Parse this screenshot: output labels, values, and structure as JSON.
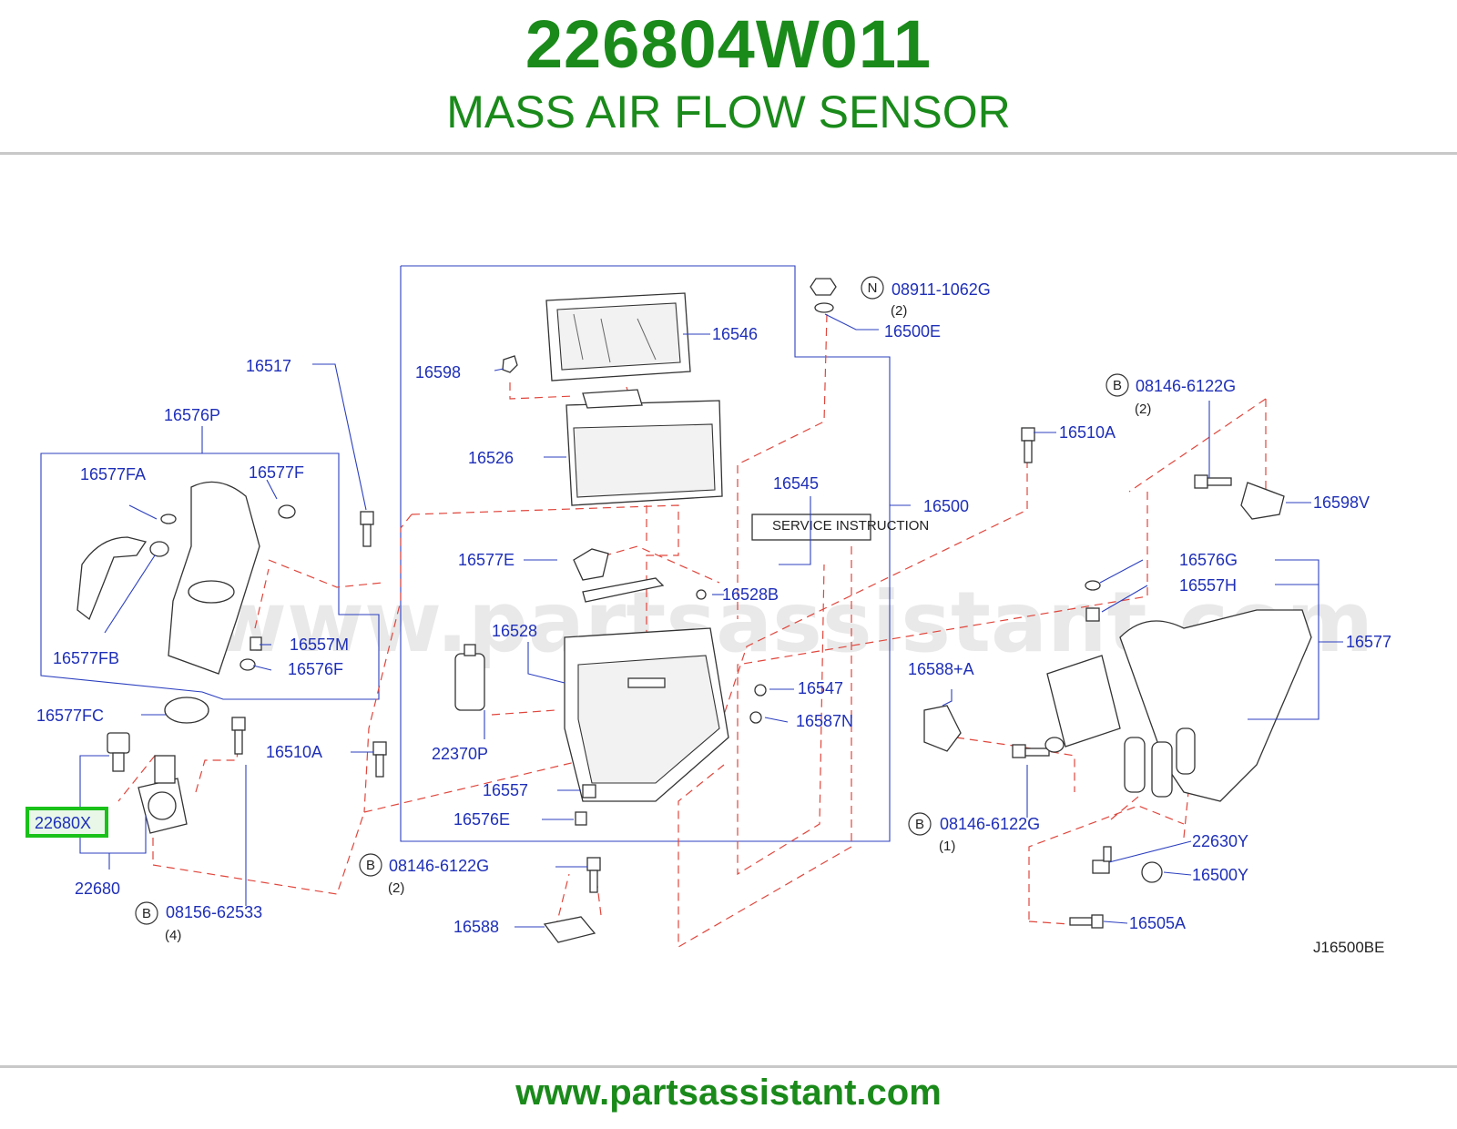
{
  "header": {
    "part_number": "226804W011",
    "part_name": "MASS AIR FLOW SENSOR"
  },
  "watermark": "www.partsassistant.com",
  "footer": {
    "url": "www.partsassistant.com"
  },
  "diagram_code": "J16500BE",
  "colors": {
    "brand_green": "#1a8a1a",
    "label_blue": "#1e2fb8",
    "highlight_green": "#19c119",
    "dash_red": "#e0463c"
  },
  "labels": {
    "l16517": "16517",
    "l16576P": "16576P",
    "l16577FA": "16577FA",
    "l16577F": "16577F",
    "l16577FB": "16577FB",
    "l16557M": "16557M",
    "l16576F": "16576F",
    "l16577FC": "16577FC",
    "l22680X": "22680X",
    "l22680": "22680",
    "l16510A_left": "16510A",
    "l16598": "16598",
    "l16546": "16546",
    "l16526": "16526",
    "l16545": "16545",
    "l16577E": "16577E",
    "l16528B": "16528B",
    "l16528": "16528",
    "l22370P": "22370P",
    "l16547": "16547",
    "l16587N": "16587N",
    "l16557": "16557",
    "l16576E": "16576E",
    "l16588": "16588",
    "l16500": "16500",
    "l08911": "08911-1062G",
    "l16500E": "16500E",
    "l08146_top": "08146-6122G",
    "l16510A_right": "16510A",
    "l16598V": "16598V",
    "l16576G": "16576G",
    "l16557H": "16557H",
    "l16577": "16577",
    "l16588A": "16588+A",
    "l08146_mid": "08146-6122G",
    "l08146_center": "08146-6122G",
    "l08156": "08156-62533",
    "l22630Y": "22630Y",
    "l16500Y": "16500Y",
    "l16505A": "16505A"
  },
  "quantities": {
    "q08911": "(2)",
    "q08146_top": "(2)",
    "q08146_mid": "(1)",
    "q08146_center": "(2)",
    "q08156": "(4)"
  },
  "markers": {
    "N": "N",
    "B": "B"
  },
  "label_tag": "SERVICE   INSTRUCTION"
}
